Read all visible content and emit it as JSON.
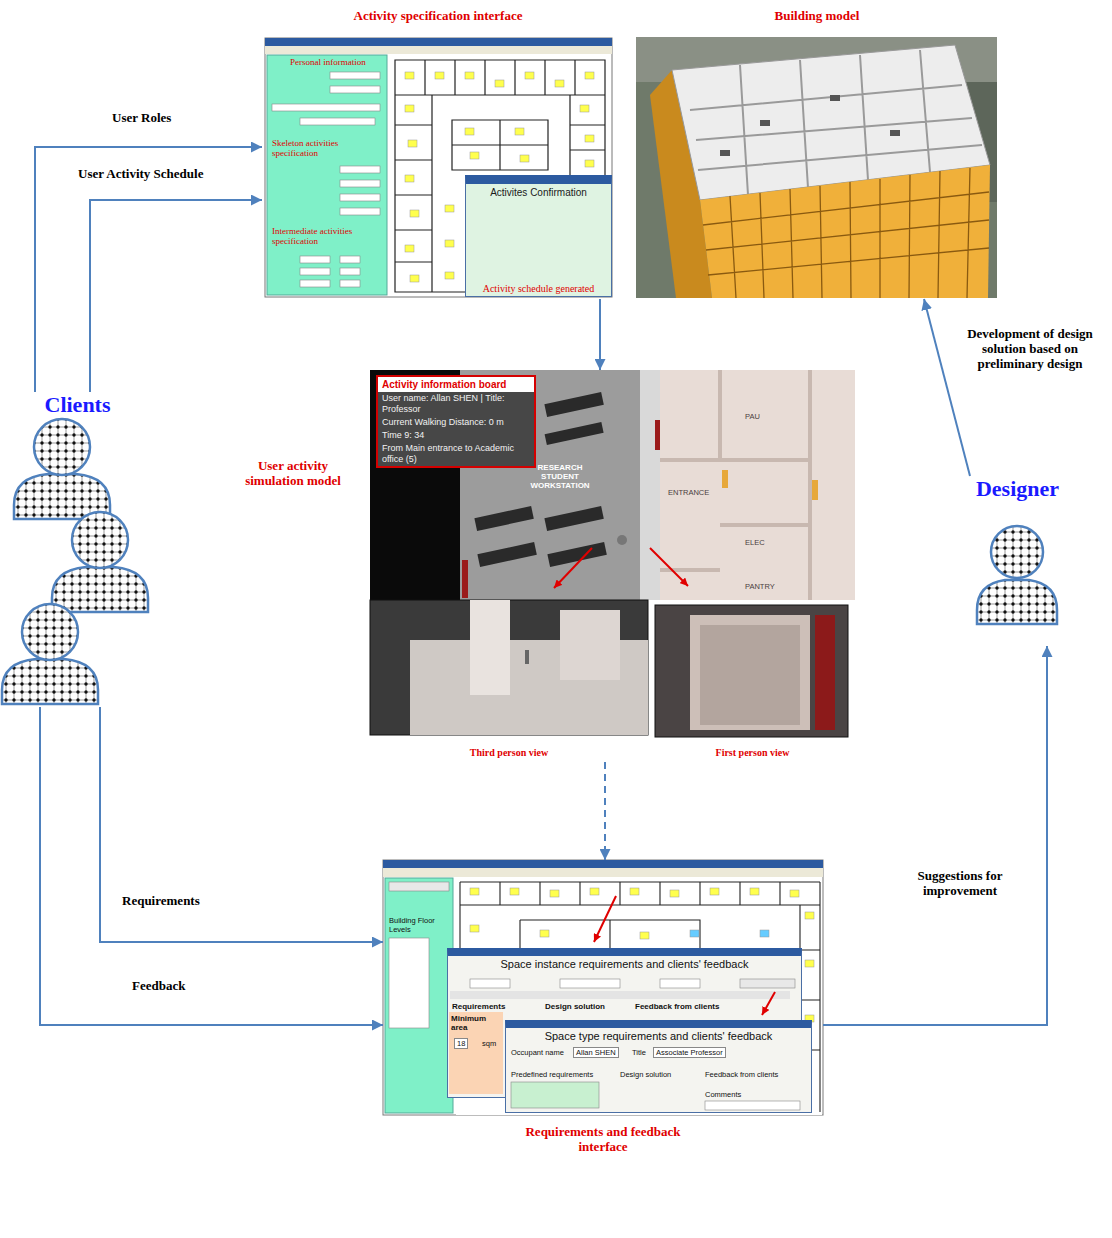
{
  "diagram": {
    "nodes": [
      {
        "text": [
          "Activity specification interface"
        ]
      },
      {
        "text": [
          "Activites Confirmation",
          "Activity schedule generated"
        ],
        "in": 0
      },
      {
        "text": [
          "Building model"
        ]
      },
      {
        "text": [
          "Clients"
        ]
      },
      {
        "text": [
          "User activity simulation model"
        ]
      },
      {
        "text": [
          "Activity information board",
          "User name: Allan SHEN | Title: Professor",
          "Current Walking Distance: 0 m",
          "Time 9: 34",
          "From Main entrance to Academic office (5)"
        ],
        "in": 4
      },
      {
        "text": [
          "Third person view"
        ],
        "in": 4
      },
      {
        "text": [
          "First person view"
        ],
        "in": 4
      },
      {
        "text": [
          "Designer"
        ]
      },
      {
        "text": [
          "Requirements and feedback interface"
        ]
      },
      {
        "text": [
          "Space instance requirements and clients' feedback"
        ],
        "in": 9
      },
      {
        "text": [
          "Space type requirements and clients' feedback"
        ],
        "in": 9
      }
    ],
    "edges": [
      {
        "from": 3,
        "to": 0,
        "arrow": "to",
        "label": "User Roles"
      },
      {
        "from": 3,
        "to": 0,
        "arrow": "to",
        "label": "User Activity Schedule"
      },
      {
        "from": 0,
        "to": 4,
        "arrow": "to"
      },
      {
        "from": 8,
        "to": 2,
        "arrow": "to",
        "label": "Development of design solution based on preliminary design"
      },
      {
        "from": 4,
        "to": 9,
        "arrow": "to"
      },
      {
        "from": 3,
        "to": 9,
        "arrow": "to",
        "label": "Requirements"
      },
      {
        "from": 3,
        "to": 9,
        "arrow": "to",
        "label": "Feedback"
      },
      {
        "from": 9,
        "to": 8,
        "arrow": "to",
        "label": "Suggestions for improvement"
      }
    ],
    "labels": [
      "Personal information",
      "Skeleton activities specification",
      "Intermediate activities specification",
      "RESEARCH STUDENT WORKSTATION",
      "PAU",
      "ENTRANCE",
      "ELEC",
      "PANTRY",
      "Building Floor Levels",
      "Requirements",
      "Design solution",
      "Feedback from clients",
      "Minimum area",
      "18",
      "sqm",
      "Occupant name",
      "Allan SHEN",
      "Title",
      "Associate Professor",
      "Predefined requirements",
      "Design solution",
      "Feedback from clients",
      "Comments"
    ]
  }
}
